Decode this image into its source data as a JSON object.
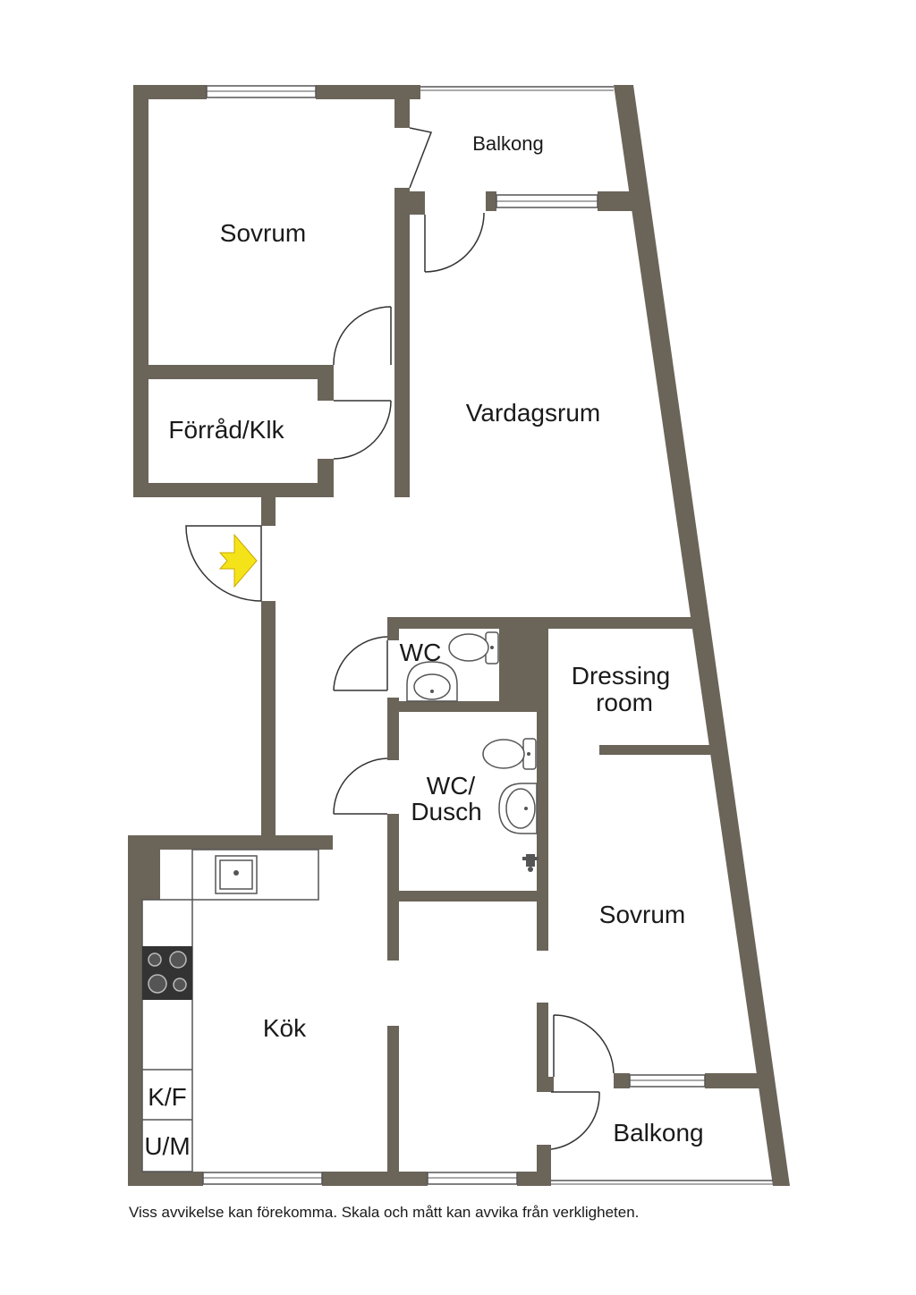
{
  "rooms": {
    "sovrum_top": "Sovrum",
    "balkong_top": "Balkong",
    "forrad": "Förråd/Klk",
    "vardagsrum": "Vardagsrum",
    "wc": "WC",
    "wc_dusch_line1": "WC/",
    "wc_dusch_line2": "Dusch",
    "dressing_line1": "Dressing",
    "dressing_line2": "room",
    "sovrum_bottom": "Sovrum",
    "kok": "Kök",
    "kf": "K/F",
    "um": "U/M",
    "balkong_bottom": "Balkong"
  },
  "colors": {
    "wall": "#6b6459",
    "entrance_arrow": "#f5e31a"
  },
  "icons": {
    "entrance": "entrance-arrow-icon"
  },
  "disclaimer": "Viss avvikelse kan förekomma. Skala och mått kan avvika från verkligheten."
}
